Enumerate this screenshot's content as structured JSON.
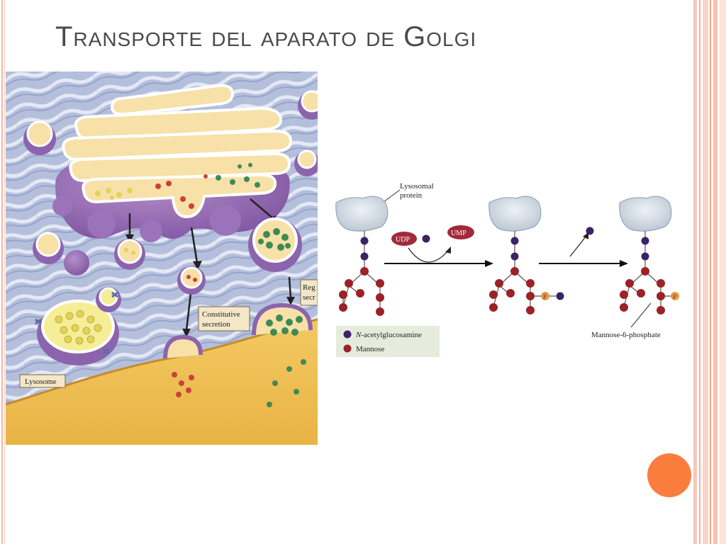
{
  "slide": {
    "title": "Transporte del aparato de Golgi"
  },
  "illustration": {
    "labels": {
      "lysosome": "Lysosome",
      "constitutive_line1": "Constitutive",
      "constitutive_line2": "secretion",
      "regulated_line1": "Reg",
      "regulated_line2": "secr"
    }
  },
  "pathway": {
    "protein_label_line1": "Lysosomal",
    "protein_label_line2": "protein",
    "udp": "UDP",
    "ump": "UMP",
    "phosphate": "P",
    "mannose6p": "Mannose-6-phosphate",
    "legend": {
      "nag_prefix": "N",
      "nag_rest": "-acetylglucosamine",
      "mannose": "Mannose"
    }
  },
  "colors": {
    "nag": "#3a2366",
    "mannose": "#9b2226",
    "phosphate": "#e79a4c",
    "udp_fill": "#a12a3a",
    "accent_dot": "#fb7d3e"
  }
}
